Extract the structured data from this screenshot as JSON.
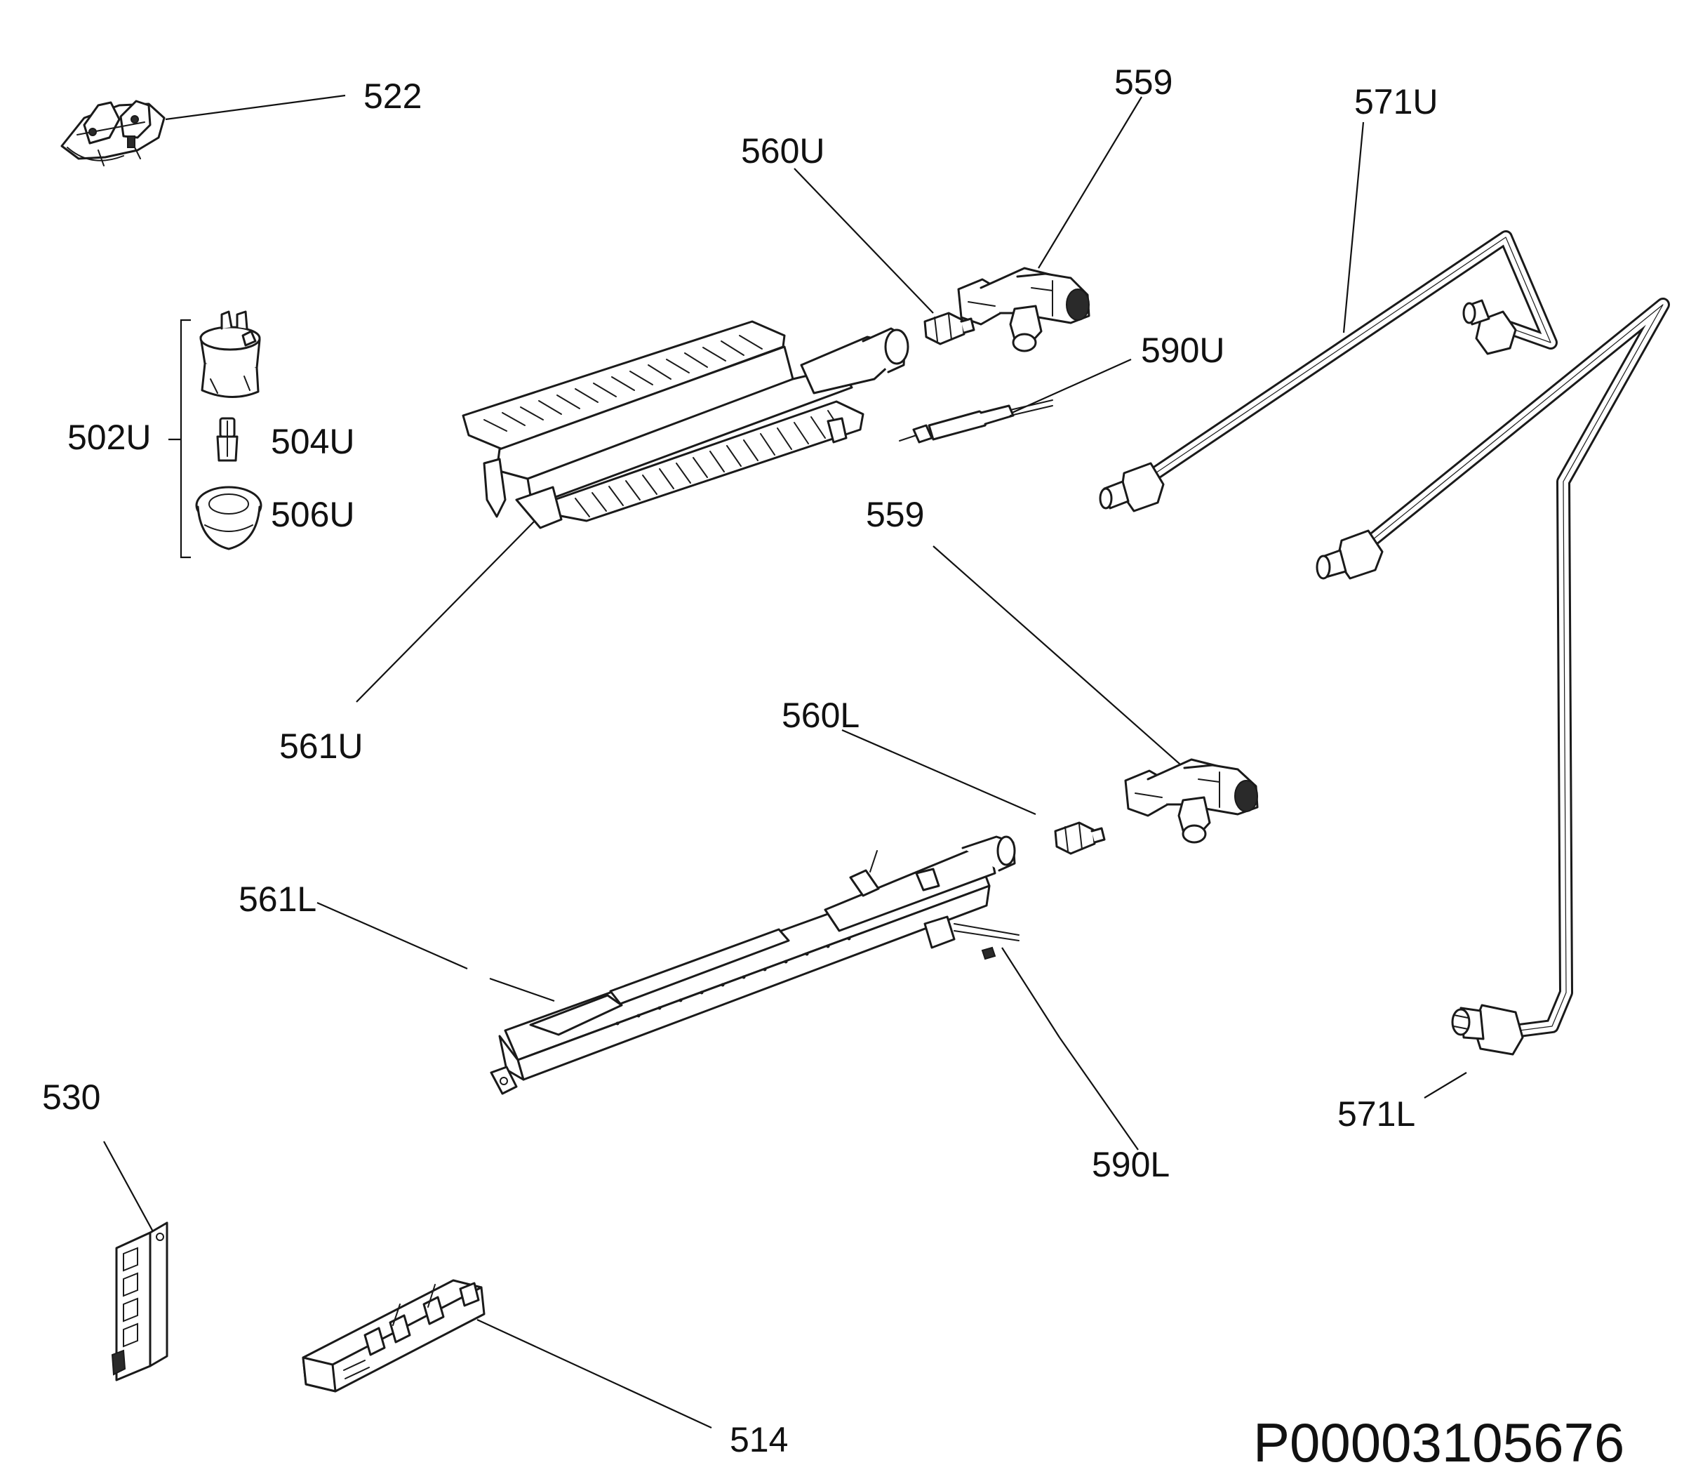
{
  "diagram": {
    "labels": {
      "p522": "522",
      "p559_upper": "559",
      "p571U": "571U",
      "p560U": "560U",
      "p590U": "590U",
      "p502U": "502U",
      "p504U": "504U",
      "p506U": "506U",
      "p559_lower": "559",
      "p561U": "561U",
      "p560L": "560L",
      "p561L": "561L",
      "p530": "530",
      "p571L": "571L",
      "p590L": "590L",
      "p514": "514"
    },
    "document_id": "P00003105676"
  }
}
